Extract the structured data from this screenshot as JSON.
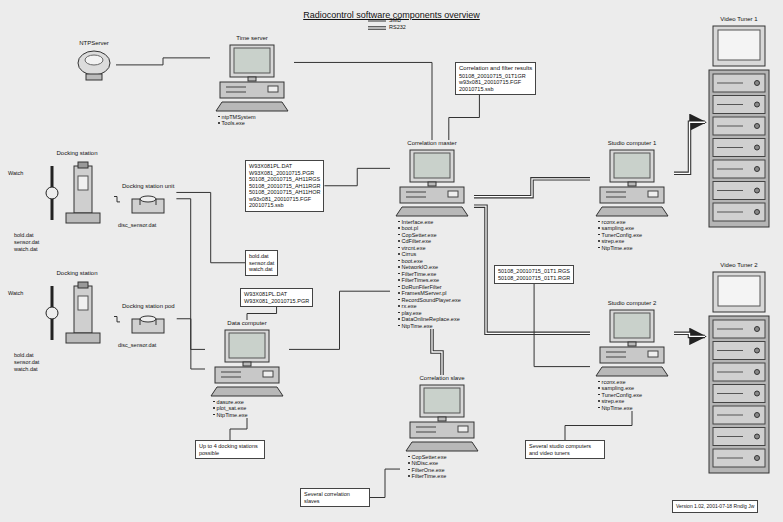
{
  "diagram": {
    "title": "Radiocontrol software components overview",
    "nodes": [
      {
        "text": [
          "NTPServer"
        ]
      },
      {
        "text": [
          "Time server",
          "ntpTMSystem",
          "Tools.exe"
        ]
      },
      {
        "text": [
          "Correlation and filter results",
          "50108_20010715_01T1GR",
          "w93x081_20010715.FGF",
          "20010715.ssb"
        ]
      },
      {
        "text": [
          "W93X081PL.DAT",
          "W93X081_20010715.PGR",
          "50108_20010715_AH11RGS",
          "50108_20010715_AH11RGR",
          "50108_20010715_AH11HOR",
          "w93x081_20010715.FGF",
          "20010715.ssb"
        ]
      },
      {
        "text": [
          "Correlation master",
          "Interface.exe",
          "boot.pl",
          "CopSetter.exe",
          "CdFilter.exe",
          "vtrcnt.exe",
          "Cirrus",
          "boot.exe",
          "NetworkIO.exe",
          "FilterTime.exe",
          "FilterTimes.exe",
          "DoRunFilerFilter",
          "FramesMServer.pl",
          "RecordSoundPlayer.exe",
          "rx.exe",
          "play.exe",
          "DataOnlineReplace.exe",
          "NtpTime.exe"
        ]
      },
      {
        "text": [
          "Studio computer 1",
          "rconx.exe",
          "sampling.exe",
          "TunerConfig.exe",
          "strep.exe",
          "NtpTime.exe"
        ]
      },
      {
        "text": [
          "Studio computer 2",
          "rconx.exe",
          "sampling.exe",
          "TunerConfig.exe",
          "strep.exe",
          "NtpTime.exe"
        ]
      },
      {
        "text": [
          "Video Tuner 1"
        ]
      },
      {
        "text": [
          "Video Tuner 2"
        ]
      },
      {
        "text": [
          "Docking station"
        ]
      },
      {
        "text": [
          "Docking station unit"
        ]
      },
      {
        "text": [
          "Docking station"
        ]
      },
      {
        "text": [
          "Docking station pod"
        ]
      },
      {
        "text": [
          "bold.dat",
          "sensor.dat",
          "watch.dat"
        ]
      },
      {
        "text": [
          "W93X081PL.DAT",
          "W93X081_20010715.PGR"
        ]
      },
      {
        "text": [
          "Data computer",
          "dasure.exe",
          "plot_sat.exe",
          "NtpTime.exe"
        ]
      },
      {
        "text": [
          "50108_20010715_01T1.RGS",
          "50108_20010715_01T1.RGR"
        ]
      },
      {
        "text": [
          "Correlation slave",
          "CopSetter.exe",
          "NtDisc.exe",
          "FilterOne.exe",
          "FilterTime.exe"
        ]
      },
      {
        "text": [
          "Up to 4 docking stations possible"
        ]
      },
      {
        "text": [
          "Several correlation slaves"
        ]
      },
      {
        "text": [
          "Several studio computers and video tuners"
        ]
      },
      {
        "text": [
          "Version 1.02, 2001-07-18 Rnd/g Jw"
        ]
      }
    ],
    "edges": [
      {
        "from": 0,
        "to": 1,
        "arrow": "none"
      },
      {
        "from": 1,
        "to": 4,
        "arrow": "none"
      },
      {
        "from": 4,
        "to": 5,
        "arrow": "none"
      },
      {
        "from": 4,
        "to": 6,
        "arrow": "none"
      },
      {
        "from": 5,
        "to": 7,
        "arrow": "to"
      },
      {
        "from": 6,
        "to": 8,
        "arrow": "to"
      },
      {
        "from": 4,
        "to": 17,
        "arrow": "none"
      },
      {
        "from": 15,
        "to": 4,
        "arrow": "none"
      },
      {
        "from": 9,
        "to": 10,
        "arrow": "none"
      },
      {
        "from": 10,
        "to": 15,
        "arrow": "none"
      },
      {
        "from": 11,
        "to": 12,
        "arrow": "none"
      },
      {
        "from": 12,
        "to": 15,
        "arrow": "none"
      },
      {
        "from": 2,
        "to": 4,
        "arrow": "none"
      },
      {
        "from": 3,
        "to": 4,
        "arrow": "none"
      },
      {
        "from": 13,
        "to": 10,
        "arrow": "none"
      },
      {
        "from": 14,
        "to": 15,
        "arrow": "none"
      },
      {
        "from": 16,
        "to": 6,
        "arrow": "none"
      },
      {
        "from": 18,
        "to": 15,
        "arrow": "none"
      },
      {
        "from": 19,
        "to": 17,
        "arrow": "none"
      },
      {
        "from": 20,
        "to": 6,
        "arrow": "none"
      }
    ],
    "labels": [
      "Watch",
      "bold.dat",
      "sensor.dat",
      "watch.dat",
      "disc_sensor.dat",
      "Watch",
      "bold.dat",
      "sensor.dat",
      "watch.dat",
      "disc_sensor.dat"
    ],
    "legend": [
      {
        "text": "SMB"
      },
      {
        "text": "RS232"
      }
    ]
  }
}
